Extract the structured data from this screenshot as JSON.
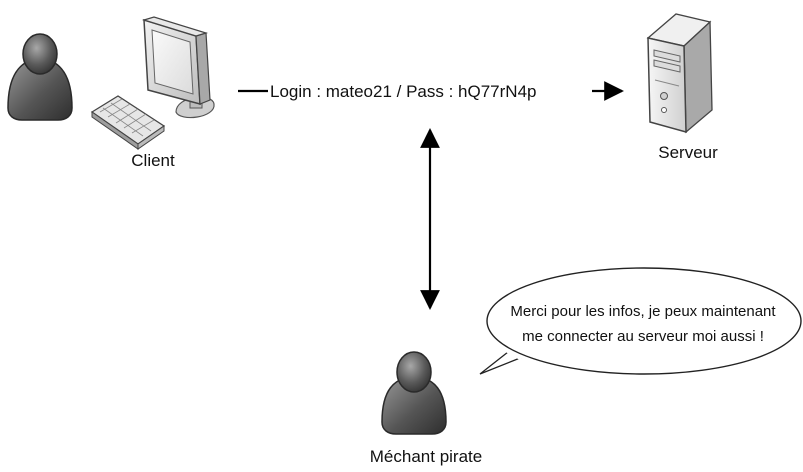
{
  "nodes": {
    "client": {
      "label": "Client"
    },
    "server": {
      "label": "Serveur"
    },
    "attacker": {
      "label": "Méchant pirate"
    }
  },
  "connection": {
    "label": "Login : mateo21 / Pass : hQ77rN4p"
  },
  "speech_bubble": {
    "line1": "Merci pour les infos, je peux maintenant",
    "line2": "me connecter au serveur moi aussi !"
  },
  "colors": {
    "person_dark": "#3c3c3c",
    "person_light": "#9a9a9a",
    "monitor_frame": "#d8d8d8",
    "server_body": "#e4e4e4",
    "arrow": "#000000"
  },
  "icons": {
    "client": [
      "person-icon",
      "computer-icon",
      "keyboard-icon"
    ],
    "server": [
      "server-icon"
    ],
    "attacker": [
      "person-icon"
    ]
  }
}
